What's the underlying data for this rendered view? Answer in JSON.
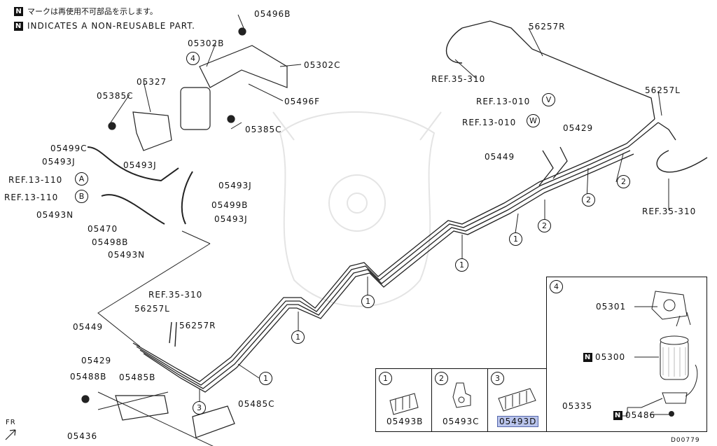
{
  "legend": {
    "n_symbol": "N",
    "jp_text": "マークは再使用不可部品を示します。",
    "en_text": "INDICATES A NON-REUSABLE PART."
  },
  "parts": {
    "p05496B": "05496B",
    "p05302B": "05302B",
    "p05302C": "05302C",
    "p05327": "05327",
    "p05385C_a": "05385C",
    "p05496F": "05496F",
    "p05385C_b": "05385C",
    "p05499C": "05499C",
    "p05493J_a": "05493J",
    "ref13110_a": "REF.13-110",
    "ref13110_b": "REF.13-110",
    "p05493N_a": "05493N",
    "p05493J_b": "05493J",
    "p05499B": "05499B",
    "p05493J_c": "05493J",
    "p05470": "05470",
    "p05498B": "05498B",
    "p05493N_b": "05493N",
    "p56257R_top": "56257R",
    "ref35310_a": "REF.35-310",
    "ref13010_v": "REF.13-010",
    "ref13010_w": "REF.13-010",
    "p56257L_top": "56257L",
    "p05429_top": "05429",
    "p05449_top": "05449",
    "ref35310_b": "REF.35-310",
    "ref35310_c": "REF.35-310",
    "p56257L_bot": "56257L",
    "p56257R_bot": "56257R",
    "p05449_bot": "05449",
    "p05429_bot": "05429",
    "p05488B": "05488B",
    "p05485B": "05485B",
    "p05485C": "05485C",
    "p05436": "05436",
    "fr": "FR"
  },
  "callouts": {
    "four": "4",
    "A": "A",
    "B": "B",
    "V": "V",
    "W": "W",
    "one": "1",
    "two": "2",
    "three": "3"
  },
  "clip_panel": {
    "c1_num": "1",
    "c1_part": "05493B",
    "c2_num": "2",
    "c2_part": "05493C",
    "c3_num": "3",
    "c3_part": "05493D"
  },
  "filter_panel": {
    "num": "4",
    "p05301": "05301",
    "p05300": "05300",
    "p05335": "05335",
    "p05486": "05486",
    "n": "N"
  },
  "diagram_code": "D00779"
}
